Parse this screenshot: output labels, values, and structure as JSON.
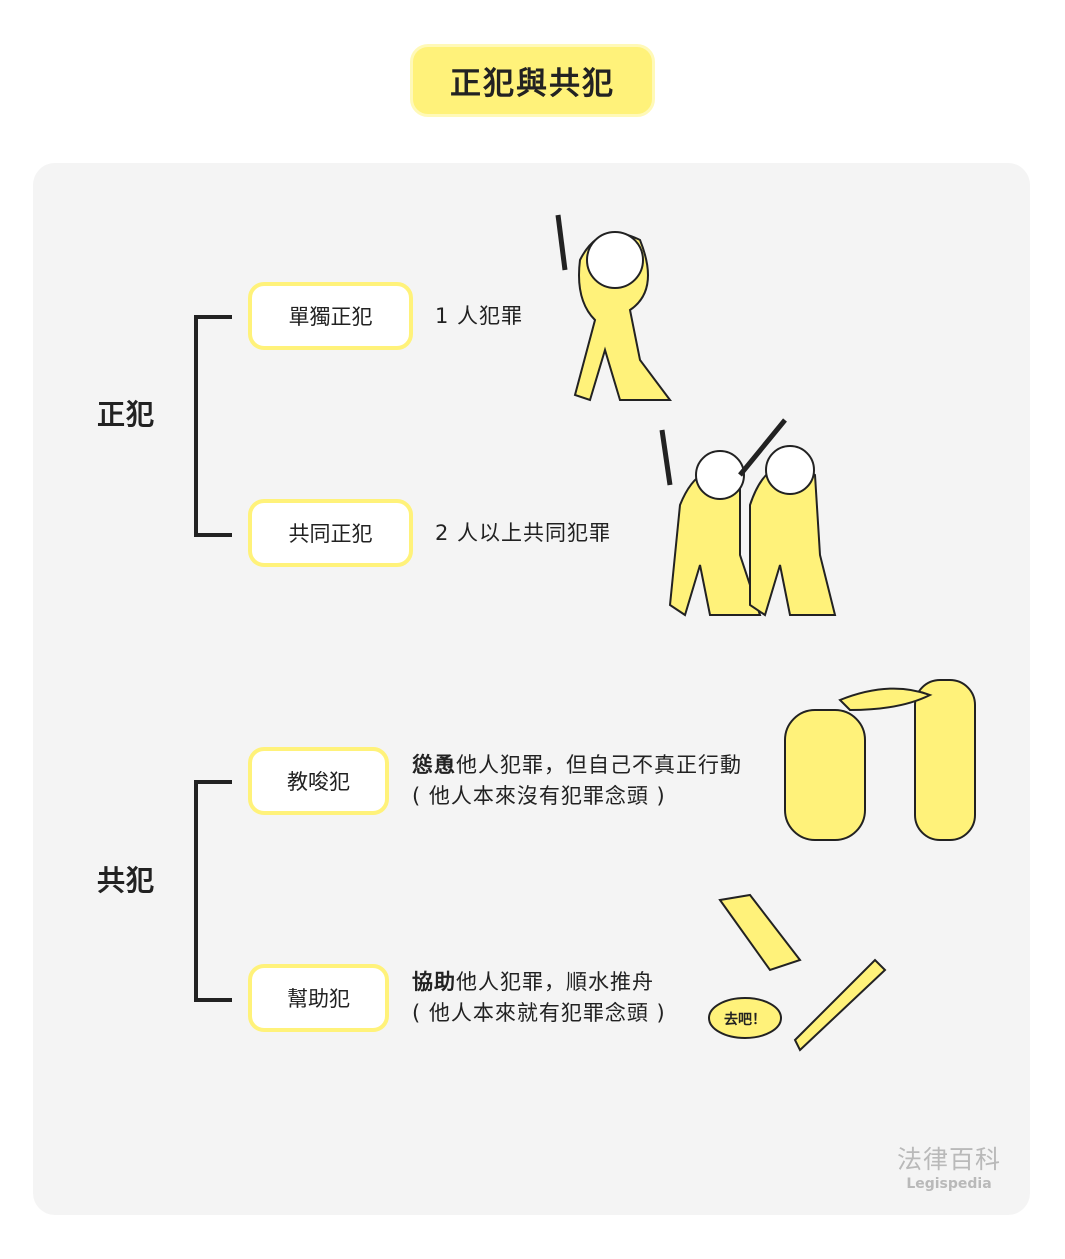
{
  "title": "正犯與共犯",
  "groups": [
    {
      "label": "正犯",
      "items": [
        {
          "name": "單獨正犯",
          "desc": "1 人犯罪"
        },
        {
          "name": "共同正犯",
          "desc": "2 人以上共同犯罪"
        }
      ]
    },
    {
      "label": "共犯",
      "items": [
        {
          "name": "教唆犯",
          "desc_bold": "慫恿",
          "desc_rest": "他人犯罪，但自己不真正行動",
          "desc_note": "( 他人本來沒有犯罪念頭 )"
        },
        {
          "name": "幫助犯",
          "desc_bold": "協助",
          "desc_rest": "他人犯罪，順水推舟",
          "desc_note": "( 他人本來就有犯罪念頭 )"
        }
      ]
    }
  ],
  "speech_bubble": "去吧！",
  "logo": {
    "zh": "法律百科",
    "en": "Legispedia"
  },
  "colors": {
    "yellow": "#fff27a",
    "pink": "#f7c2b3",
    "panel": "#f4f4f4"
  }
}
